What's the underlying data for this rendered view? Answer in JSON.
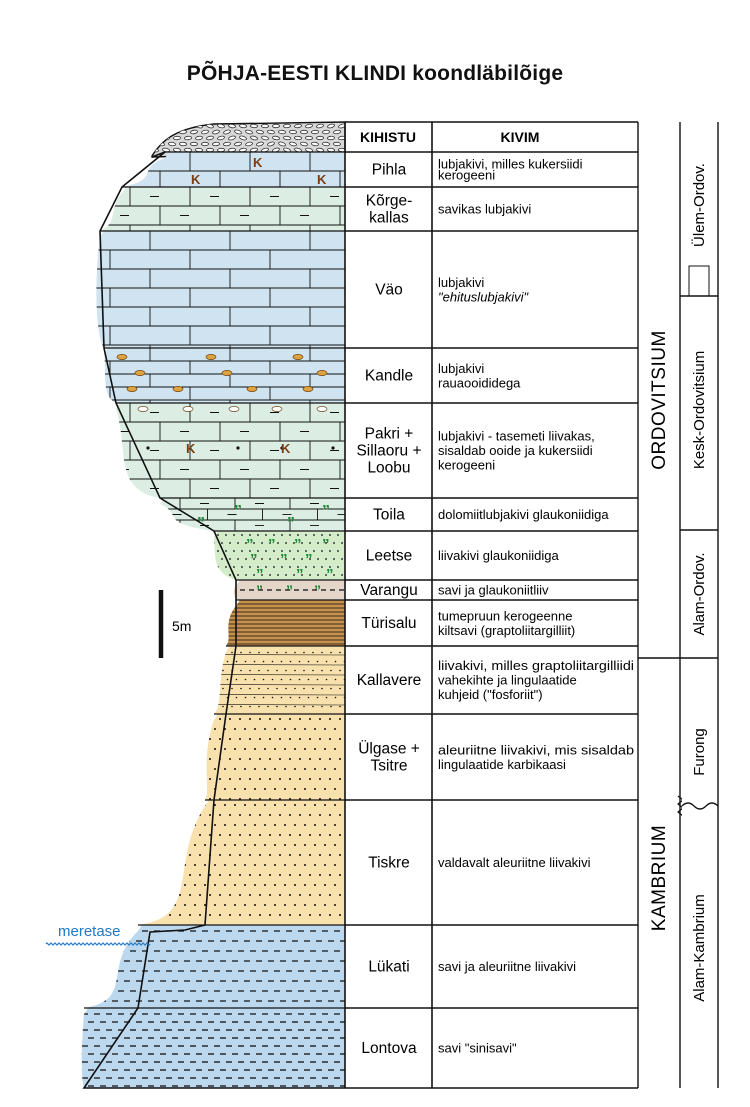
{
  "title": "PÕHJA-EESTI KLINDI koondläbilõige",
  "headers": {
    "formation": "KIHISTU",
    "lithology": "KIVIM"
  },
  "layers": [
    {
      "id": "pihla",
      "name_lines": [
        "Pihla"
      ],
      "lith_lines": [
        "lubjakivi, milles kukersiidi",
        "kerogeeni"
      ],
      "italic_line": -1
    },
    {
      "id": "korgekallas",
      "name_lines": [
        "Kõrge-",
        "kallas"
      ],
      "lith_lines": [
        "savikas lubjakivi"
      ],
      "italic_line": -1
    },
    {
      "id": "vao",
      "name_lines": [
        "Väo"
      ],
      "lith_lines": [
        "lubjakivi",
        "\"ehituslubjakivi\""
      ],
      "italic_line": 1
    },
    {
      "id": "kandle",
      "name_lines": [
        "Kandle"
      ],
      "lith_lines": [
        "lubjakivi",
        "rauaooididega"
      ],
      "italic_line": -1
    },
    {
      "id": "pakri",
      "name_lines": [
        "Pakri +",
        "Sillaoru +",
        "Loobu"
      ],
      "lith_lines": [
        "lubjakivi - tasemeti liivakas,",
        "sisaldab ooide ja kukersiidi",
        "kerogeeni"
      ],
      "italic_line": -1
    },
    {
      "id": "toila",
      "name_lines": [
        "Toila"
      ],
      "lith_lines": [
        "dolomiitlubjakivi glaukoniidiga"
      ],
      "italic_line": -1
    },
    {
      "id": "leetse",
      "name_lines": [
        "Leetse"
      ],
      "lith_lines": [
        "liivakivi glaukoniidiga"
      ],
      "italic_line": -1
    },
    {
      "id": "varangu",
      "name_lines": [
        "Varangu"
      ],
      "lith_lines": [
        "savi ja glaukoniitliiv"
      ],
      "italic_line": -1
    },
    {
      "id": "turisalu",
      "name_lines": [
        "Türisalu"
      ],
      "lith_lines": [
        "tumepruun kerogeenne",
        "kiltsavi (graptoliitargilliit)"
      ],
      "italic_line": -1
    },
    {
      "id": "kallavere",
      "name_lines": [
        "Kallavere"
      ],
      "lith_lines": [
        "liivakivi, milles graptoliitargilliidi",
        "vahekihte ja lingulaatide",
        "kuhjeid (\"fosforiit\")"
      ],
      "italic_line": -1
    },
    {
      "id": "ulgase",
      "name_lines": [
        "Ülgase +",
        "Tsitre"
      ],
      "lith_lines": [
        "aleuriitne liivakivi, mis sisaldab",
        "lingulaatide karbikaasi"
      ],
      "italic_line": -1
    },
    {
      "id": "tiskre",
      "name_lines": [
        "Tiskre"
      ],
      "lith_lines": [
        "valdavalt aleuriitne liivakivi"
      ],
      "italic_line": -1
    },
    {
      "id": "lukati",
      "name_lines": [
        "Lükati"
      ],
      "lith_lines": [
        "savi ja aleuriitne liivakivi"
      ],
      "italic_line": -1
    },
    {
      "id": "lontova",
      "name_lines": [
        "Lontova"
      ],
      "lith_lines": [
        "savi \"sinisavi\""
      ],
      "italic_line": -1
    }
  ],
  "systems": [
    "ORDOVITSIUM",
    "KAMBRIUM"
  ],
  "series": [
    "Ülem-Ordov.",
    "Kesk-Ordovitsium",
    "Alam-Ordov.",
    "Furong",
    "Alam-Kambrium"
  ],
  "scale_label": "5m",
  "sea_level_label": "meretase",
  "colors": {
    "limestone_blue": "#cfe3f1",
    "limestone_green": "#dceee4",
    "sandstone_green": "#d5ecca",
    "sandstone_yellow": "#f8e1ad",
    "clay_blue": "#bcd8ef",
    "shale_brown": "#c6914c",
    "gravel": "#d8d8d8",
    "glauconite": "#1f8a3a",
    "kukersite": "#7a3e12",
    "sea": "#1f78c4",
    "line": "#111111"
  },
  "icons": [
    "kukersite-k-icon",
    "ooid-icon",
    "glauconite-grain-icon",
    "scale-bar-icon",
    "wave-icon",
    "unconformity-icon"
  ]
}
